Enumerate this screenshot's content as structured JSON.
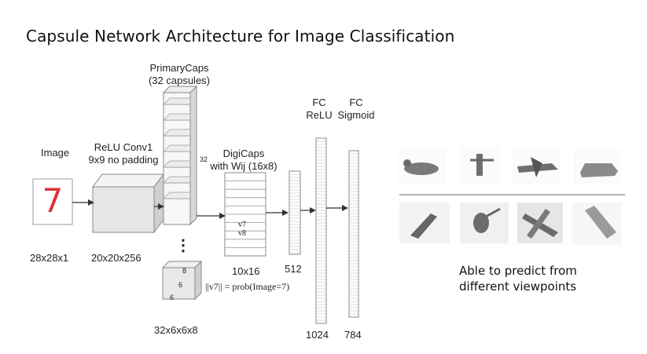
{
  "title": "Capsule Network Architecture for Image Classification",
  "labels": {
    "image": "Image",
    "image_digit": "7",
    "relu_conv1_line1": "ReLU Conv1",
    "relu_conv1_line2": "9x9 no padding",
    "primarycaps_line1": "PrimaryCaps",
    "primarycaps_line2": "(32 capsules)",
    "primarycaps_depth": "32",
    "digicaps_line1": "DigiCaps",
    "digicaps_line2": "with Wij (16x8)",
    "v7": "v7",
    "v8": "v8",
    "fc_relu_line1": "FC",
    "fc_relu_line2": "ReLU",
    "fc_sigmoid_line1": "FC",
    "fc_sigmoid_line2": "Sigmoid",
    "ellipsis": "⋮",
    "capsule_dim_top": "8",
    "capsule_dim_mid": "6",
    "capsule_dim_side": "6",
    "formula": "||v7|| = prob(Image=7)"
  },
  "dims": {
    "image": "28x28x1",
    "conv1": "20x20x256",
    "primarycaps": "32x6x6x8",
    "digicaps": "10x16",
    "fc1_out": "512",
    "fc2_out": "1024",
    "fc3_out": "784"
  },
  "viewpoints_caption_line1": "Able to predict from",
  "viewpoints_caption_line2": "different viewpoints",
  "colors": {
    "digit": "#e0313d",
    "arrow": "#333333",
    "box_stroke": "#888888"
  }
}
